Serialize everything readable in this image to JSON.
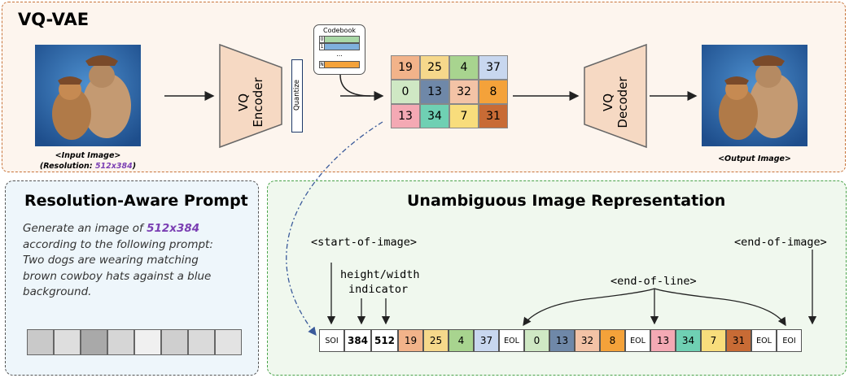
{
  "vqvae": {
    "title": "VQ-VAE",
    "input_caption_line1": "<Input Image>",
    "input_caption_prefix": "(Resolution: ",
    "input_caption_resolution": "512x384",
    "input_caption_suffix": ")",
    "output_caption": "<Output Image>",
    "encoder_label": "VQ\nEncoder",
    "decoder_label": "VQ\nDecoder",
    "quantize_label": "Quantize",
    "codebook_label": "Codebook",
    "codebook_rows": [
      "0",
      "1",
      "...",
      "N"
    ],
    "grid": [
      [
        "19",
        "25",
        "4",
        "37"
      ],
      [
        "0",
        "13",
        "32",
        "8"
      ],
      [
        "13",
        "34",
        "7",
        "31"
      ]
    ],
    "grid_colors": [
      [
        "#f2b38a",
        "#f6d88b",
        "#a8d48f",
        "#c8d7ef"
      ],
      [
        "#cfe8c4",
        "#6f88a8",
        "#f3c3a6",
        "#f4a23a"
      ],
      [
        "#f4a9b4",
        "#6fd0b3",
        "#f8dd7c",
        "#c86b35"
      ]
    ]
  },
  "prompt": {
    "title": "Resolution-Aware Prompt",
    "line1_prefix": "Generate an image of ",
    "line1_resolution": "512x384",
    "line2": "according to the following prompt:",
    "line3": "Two dogs are wearing matching",
    "line4": "brown cowboy hats against a blue",
    "line5": "background.",
    "bar_colors": [
      "#c9c9c9",
      "#dedede",
      "#a9a9a9",
      "#d6d6d6",
      "#f0f0f0",
      "#cfcfcf",
      "#dadada",
      "#e3e3e3"
    ]
  },
  "representation": {
    "title": "Unambiguous Image Representation",
    "start_label": "<start-of-image>",
    "hw_label_line1": "height/width",
    "hw_label_line2": "indicator",
    "eol_label": "<end-of-line>",
    "end_label": "<end-of-image>",
    "tokens": [
      {
        "text": "SOI",
        "color": "#ffffff"
      },
      {
        "text": "384",
        "color": "#ffffff"
      },
      {
        "text": "512",
        "color": "#ffffff"
      },
      {
        "text": "19",
        "color": "#f2b38a"
      },
      {
        "text": "25",
        "color": "#f6d88b"
      },
      {
        "text": "4",
        "color": "#a8d48f"
      },
      {
        "text": "37",
        "color": "#c8d7ef"
      },
      {
        "text": "EOL",
        "color": "#ffffff"
      },
      {
        "text": "0",
        "color": "#cfe8c4"
      },
      {
        "text": "13",
        "color": "#6f88a8"
      },
      {
        "text": "32",
        "color": "#f3c3a6"
      },
      {
        "text": "8",
        "color": "#f4a23a"
      },
      {
        "text": "EOL",
        "color": "#ffffff"
      },
      {
        "text": "13",
        "color": "#f4a9b4"
      },
      {
        "text": "34",
        "color": "#6fd0b3"
      },
      {
        "text": "7",
        "color": "#f8dd7c"
      },
      {
        "text": "31",
        "color": "#c86b35"
      },
      {
        "text": "EOL",
        "color": "#ffffff"
      },
      {
        "text": "EOI",
        "color": "#ffffff"
      }
    ]
  }
}
